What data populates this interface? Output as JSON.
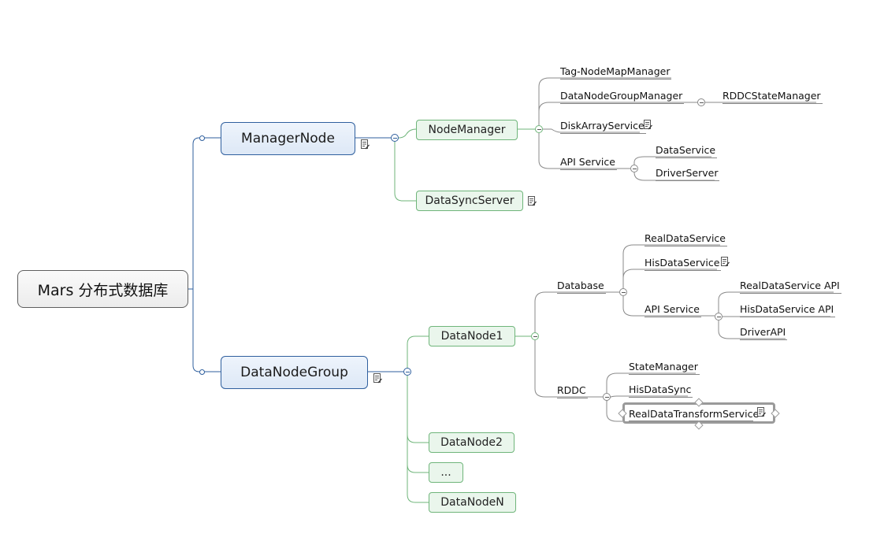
{
  "root": {
    "label": "Mars 分布式数据库"
  },
  "main_topics": {
    "manager_node": "ManagerNode",
    "datanode_group": "DataNodeGroup"
  },
  "subtopics": {
    "node_manager": "NodeManager",
    "data_sync_server": "DataSyncServer",
    "datanode1": "DataNode1",
    "datanode2": "DataNode2",
    "ellipsis": "...",
    "datanodeN": "DataNodeN"
  },
  "node_manager_children": {
    "tag_map": "Tag-NodeMapManager",
    "group_manager": "DataNodeGroupManager",
    "rddc_state": "RDDCStateManager",
    "disk_array": "DiskArrayService",
    "api_service": "API Service",
    "data_service": "DataService",
    "driver_server": "DriverServer"
  },
  "datanode1_children": {
    "database": "Database",
    "real_data_service": "RealDataService",
    "his_data_service": "HisDataService",
    "api_service": "API Service",
    "real_api": "RealDataService API",
    "his_api": "HisDataService API",
    "driver_api": "DriverAPI",
    "rddc": "RDDC",
    "state_manager": "StateManager",
    "his_data_sync": "HisDataSync",
    "real_transform": "RealDataTransformService"
  },
  "colors": {
    "main_border": "#2f5f9e",
    "sub_border": "#6fb57a",
    "leaf_line": "#888888"
  },
  "icons": [
    "note-icon",
    "collapse-toggle-icon",
    "selection-handle-icon"
  ]
}
